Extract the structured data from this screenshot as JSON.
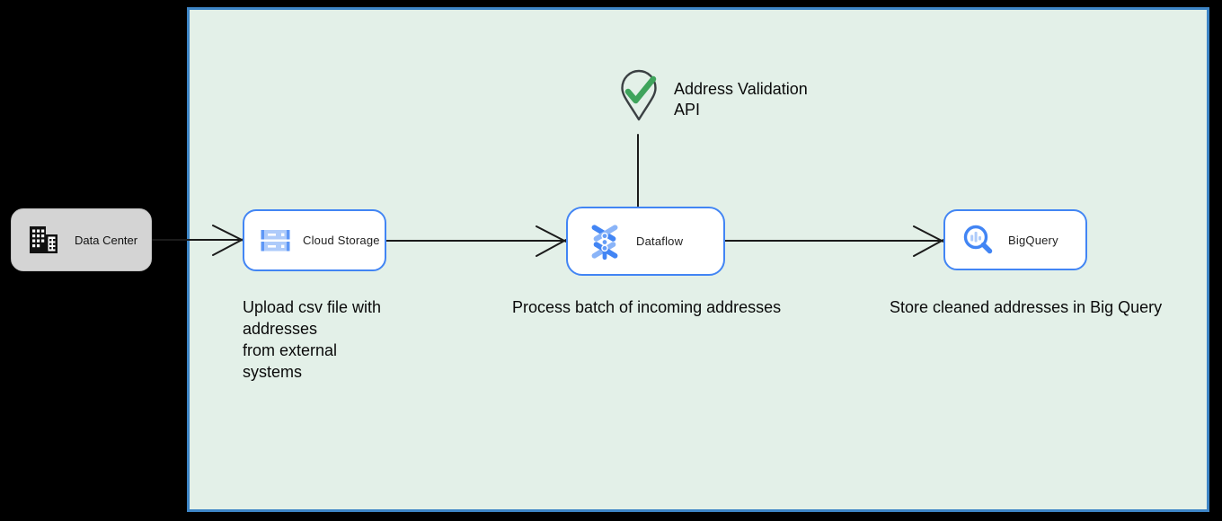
{
  "diagram": {
    "type": "architecture-flow",
    "panel": {
      "background": "#e3f0e8",
      "border_color": "#3d85c6"
    },
    "page_background": "#000000",
    "accent_color": "#4285f4",
    "icon_light_blue": "#aecbfa",
    "check_green": "#3fa45c",
    "nodes": {
      "data_center": {
        "label": "Data Center",
        "icon": "building-icon",
        "fill": "#d4d4d4"
      },
      "cloud_storage": {
        "label": "Cloud Storage",
        "icon": "cloud-storage-icon",
        "fill": "#ffffff"
      },
      "dataflow": {
        "label": "Dataflow",
        "icon": "dataflow-icon",
        "fill": "#ffffff"
      },
      "bigquery": {
        "label": "BigQuery",
        "icon": "bigquery-icon",
        "fill": "#ffffff"
      },
      "address_validation": {
        "label": "Address Validation\nAPI",
        "icon": "location-pin-check-icon"
      }
    },
    "captions": {
      "upload": "Upload csv file with\naddresses\nfrom external\nsystems",
      "process": "Process batch of incoming addresses",
      "store": "Store cleaned addresses in Big Query"
    },
    "edges": [
      {
        "from": "data_center",
        "to": "cloud_storage",
        "style": "arrow"
      },
      {
        "from": "cloud_storage",
        "to": "dataflow",
        "style": "arrow"
      },
      {
        "from": "dataflow",
        "to": "bigquery",
        "style": "arrow"
      },
      {
        "from": "address_validation",
        "to": "dataflow",
        "style": "line"
      }
    ]
  }
}
